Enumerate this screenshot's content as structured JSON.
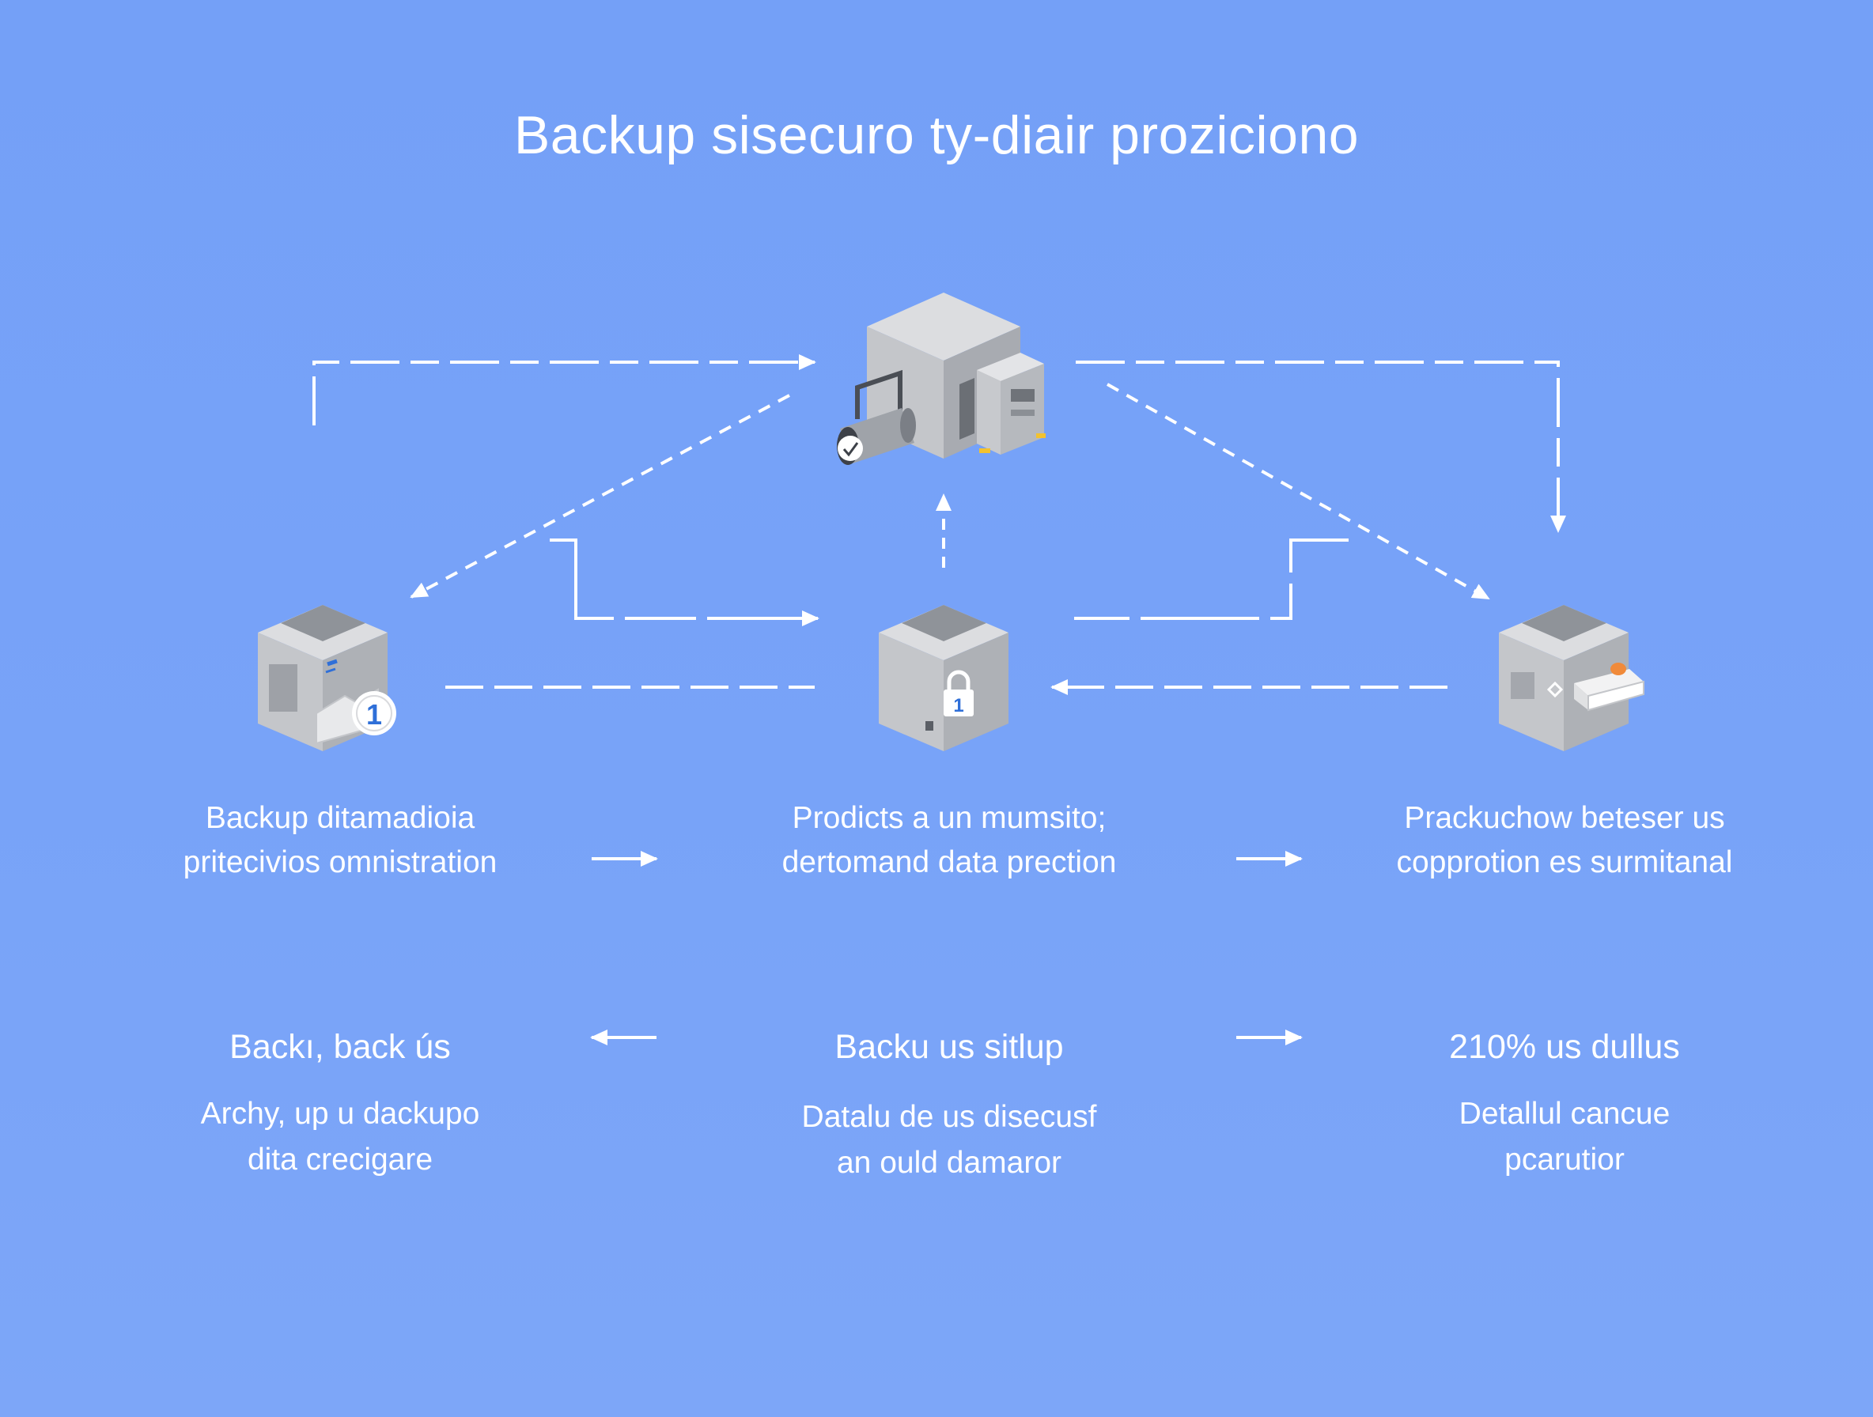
{
  "title": "Backup sisecuro ty-diair proziciono",
  "nodes": {
    "left": {
      "line1": "Backup ditamadioia",
      "line2": "pritecivios omnistration",
      "badge": "1"
    },
    "center": {
      "line1": "Prodicts a un mumsito;",
      "line2": "dertomand data prection",
      "badge": "1"
    },
    "right": {
      "line1": "Prackuchow beteser us",
      "line2": "copprotion es surmitanal"
    }
  },
  "info": [
    {
      "heading": "Backı, back ús",
      "line1": "Archy, up u dackupo",
      "line2": "dita crecigare"
    },
    {
      "heading": "Backu us sitlup",
      "line1": "Datalu de us disecusf",
      "line2": "an ould damaror"
    },
    {
      "heading": "210% us dullus",
      "line1": "Detallul cancue",
      "line2": "pcarutior"
    }
  ],
  "colors": {
    "background": "#78a3f8",
    "line": "#ffffff",
    "cube_top": "#d9dadd",
    "cube_left": "#c3c5c9",
    "cube_right": "#a9acb2",
    "badge": "#2f6fd8",
    "accent_orange": "#f08a3a",
    "accent_yellow": "#f2c230"
  }
}
